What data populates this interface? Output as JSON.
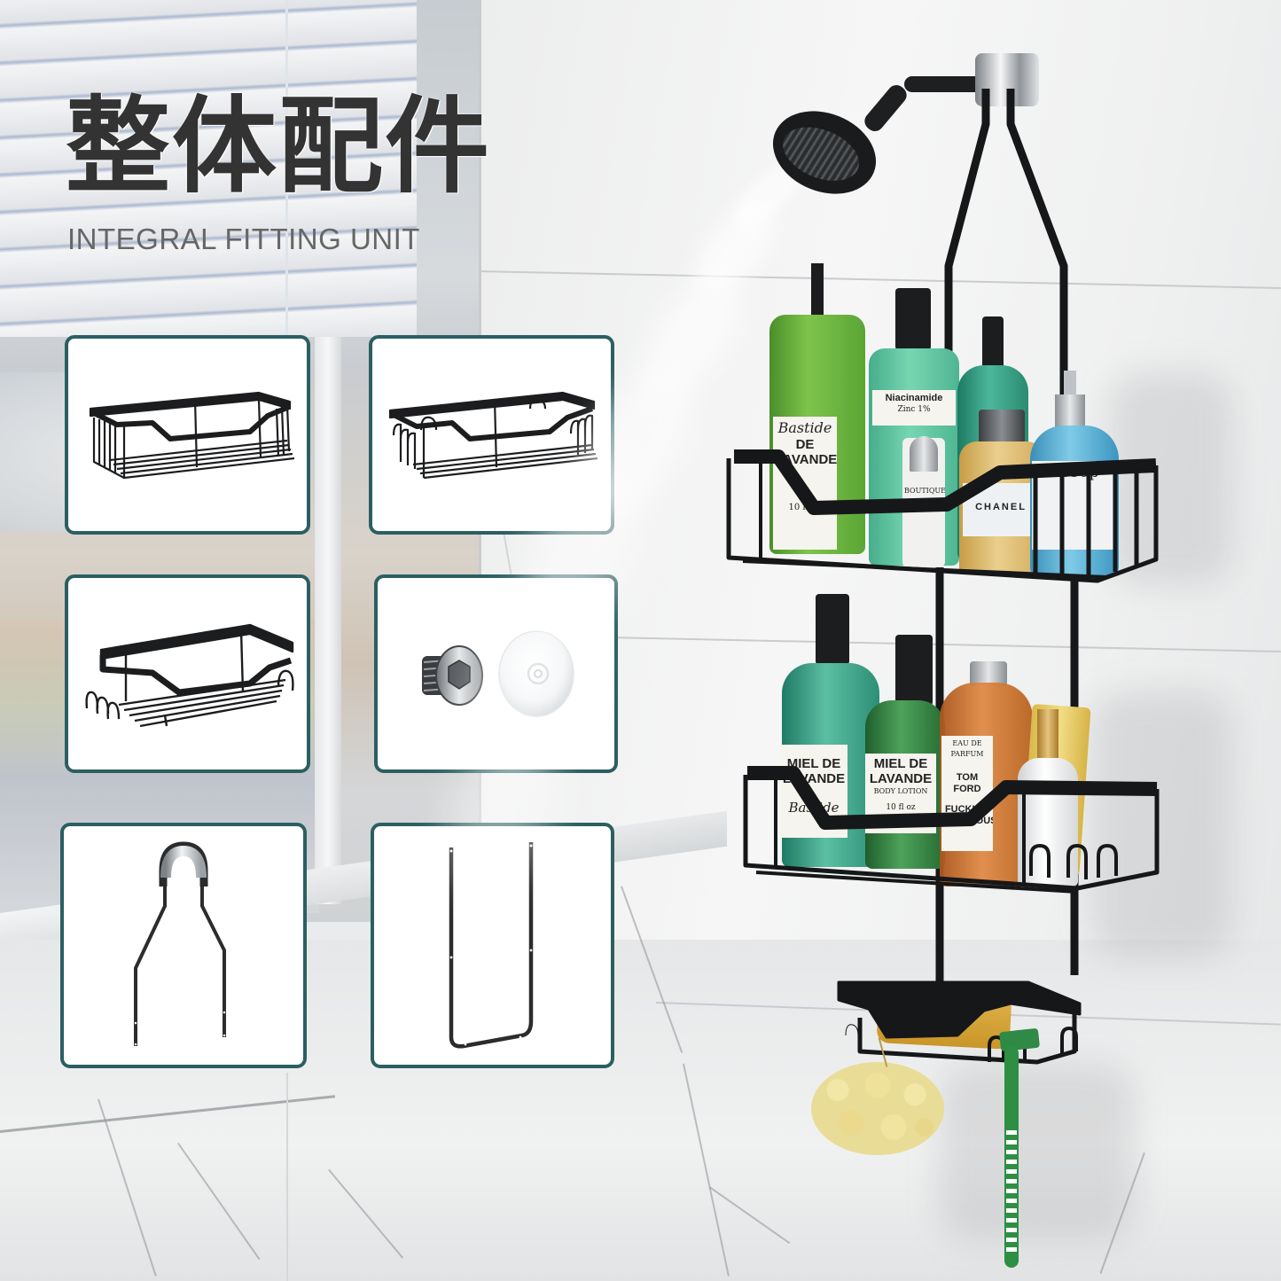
{
  "header": {
    "title_cn": "整体配件",
    "title_en": "INTEGRAL FITTING UNIT"
  },
  "colors": {
    "panel_border": "#2b5f62",
    "panel_background": "#ffffff",
    "title_cn": "#333333",
    "title_en": "#666666",
    "rack_metal": "#1c1d1f"
  },
  "parts": [
    {
      "id": "large-basket",
      "icon": "wire-basket-large-icon",
      "description": "Large wire basket shelf"
    },
    {
      "id": "large-basket-with-hooks",
      "icon": "wire-basket-hooks-icon",
      "description": "Large wire basket shelf with side hooks"
    },
    {
      "id": "soap-dish-with-hooks",
      "icon": "soap-dish-basket-icon",
      "description": "Small wire soap basket with hooks"
    },
    {
      "id": "screw-and-suction-cup",
      "icon": "screw-and-suction-cup-icon",
      "description": "Hex socket screw and clear suction cup"
    },
    {
      "id": "top-hanger-bar",
      "icon": "hanger-bar-icon",
      "description": "Top hanging bar with chrome clamp"
    },
    {
      "id": "u-connector-bar",
      "icon": "u-bar-icon",
      "description": "U-shaped connecting bar"
    }
  ],
  "product_photo": {
    "bottles_top_shelf": [
      {
        "label_line1": "Bastide",
        "label_line2": "DE",
        "label_line3": "LAVANDE",
        "label_line4": "10 fl oz",
        "color": "#5a9e35"
      },
      {
        "label_line1": "Niacinamide",
        "label_line2": "Zinc 1%",
        "label_line3": "",
        "label_line4": "",
        "color": "#5fc2a0"
      },
      {
        "label_line1": "",
        "label_line2": "BOUTIQUE",
        "label_line3": "",
        "label_line4": "",
        "color": "#f2f2f0"
      },
      {
        "label_line1": "",
        "label_line2": "CHANEL",
        "label_line3": "",
        "label_line4": "",
        "color": "#d8b466"
      },
      {
        "label_line1": "Aesop",
        "label_line2": "",
        "label_line3": "",
        "label_line4": "",
        "color": "#4aa3c8"
      }
    ],
    "bottles_middle_shelf": [
      {
        "label_line1": "MIEL DE",
        "label_line2": "LAVANDE",
        "label_line3": "Bastide",
        "label_line4": "",
        "color": "#2f8c6e"
      },
      {
        "label_line1": "MIEL DE",
        "label_line2": "LAVANDE",
        "label_line3": "BODY LOTION",
        "label_line4": "10 fl oz",
        "color": "#2e7f3c"
      },
      {
        "label_line1": "EAU DE PARFUM",
        "label_line2": "TOM FORD",
        "label_line3": "FUCKING",
        "label_line4": "FABULOUS",
        "color": "#c8692a"
      },
      {
        "label_line1": "",
        "label_line2": "",
        "label_line3": "",
        "label_line4": "",
        "color": "#f4f4f4"
      }
    ]
  }
}
